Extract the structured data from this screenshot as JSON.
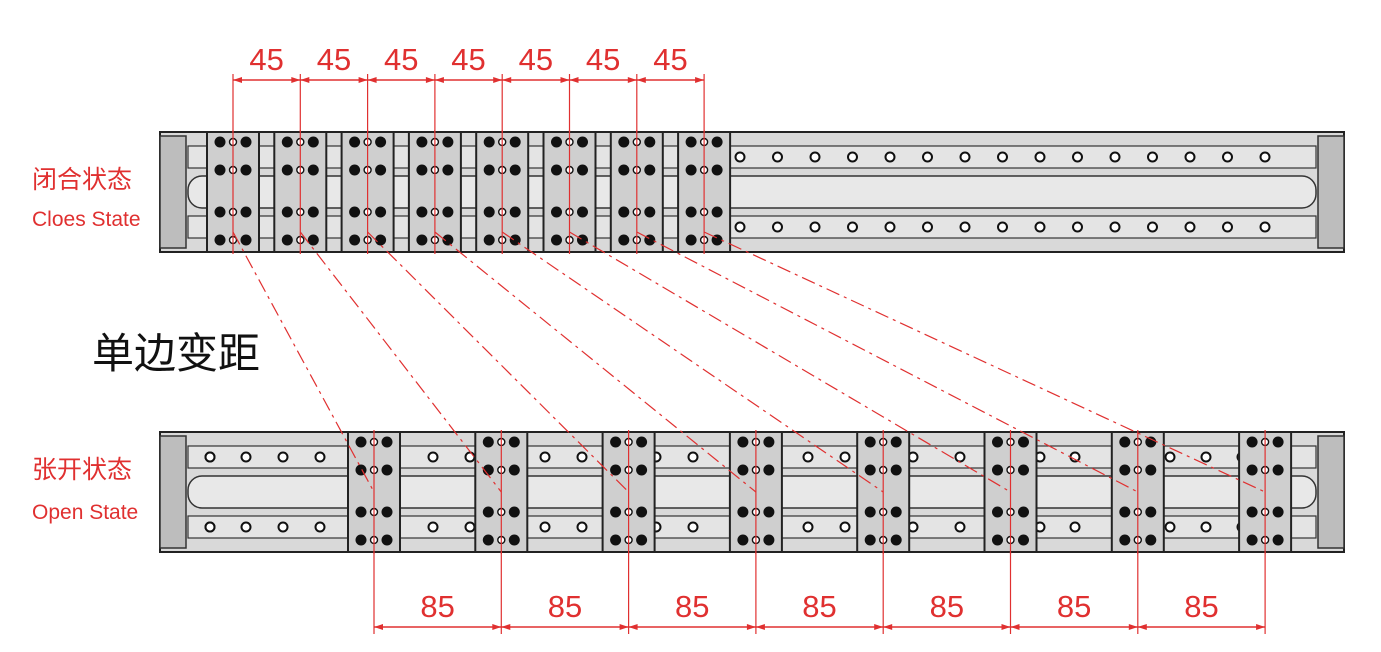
{
  "closed_state": {
    "label_cn": "闭合状态",
    "label_en": "Cloes State"
  },
  "open_state": {
    "label_cn": "张开状态",
    "label_en": "Open State"
  },
  "title": "单边变距",
  "closed_pitches": [
    "45",
    "45",
    "45",
    "45",
    "45",
    "45",
    "45"
  ],
  "open_pitches": [
    "85",
    "85",
    "85",
    "85",
    "85",
    "85",
    "85"
  ],
  "colors": {
    "dimension": "#e03030",
    "rail": "#d6d6d6",
    "carriage": "#cfcfcf",
    "outline": "#222222"
  }
}
